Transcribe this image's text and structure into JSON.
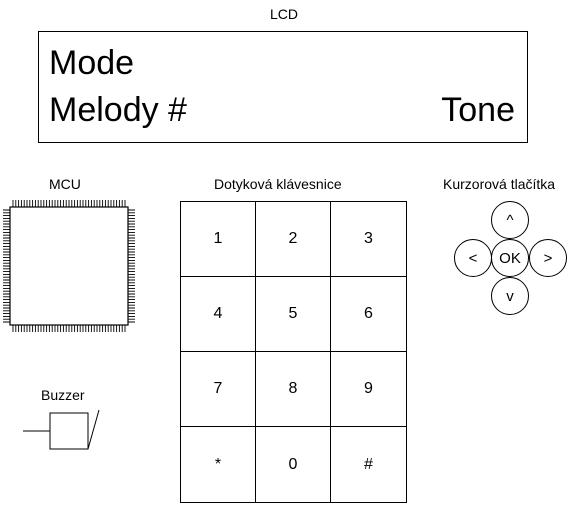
{
  "lcd": {
    "title": "LCD",
    "line1": "Mode",
    "line2_left": "Melody #",
    "line2_right": "Tone"
  },
  "mcu": {
    "title": "MCU"
  },
  "keypad": {
    "title": "Dotyková klávesnice",
    "keys": [
      "1",
      "2",
      "3",
      "4",
      "5",
      "6",
      "7",
      "8",
      "9",
      "*",
      "0",
      "#"
    ]
  },
  "cursor_buttons": {
    "title": "Kurzorová tlačítka",
    "up": "^",
    "left": "<",
    "ok": "OK",
    "right": ">",
    "down": "v"
  },
  "buzzer": {
    "title": "Buzzer"
  }
}
